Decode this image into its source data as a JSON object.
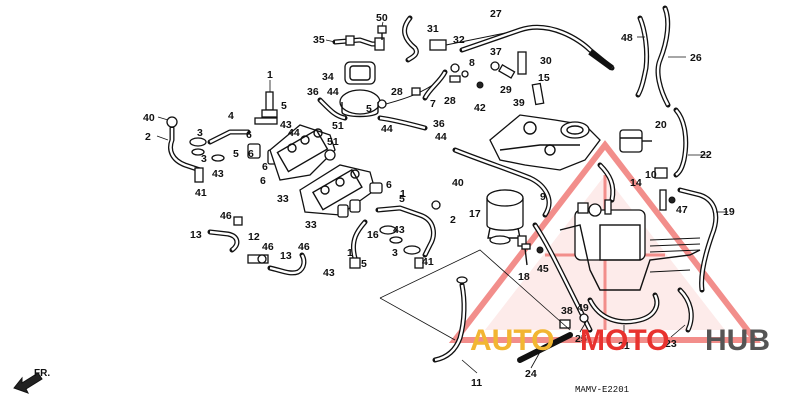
{
  "diagram": {
    "labels": [
      "50",
      "27",
      "31",
      "32",
      "35",
      "37",
      "30",
      "48",
      "26",
      "8",
      "34",
      "29",
      "15",
      "1",
      "36",
      "44",
      "28",
      "7",
      "28",
      "42",
      "39",
      "5",
      "40",
      "4",
      "43",
      "51",
      "36",
      "2",
      "3",
      "5",
      "41",
      "6",
      "44",
      "20",
      "22",
      "33",
      "43",
      "44",
      "6",
      "51",
      "6",
      "6",
      "9",
      "14",
      "10",
      "19",
      "47",
      "17",
      "40",
      "33",
      "5",
      "46",
      "2",
      "13",
      "12",
      "46",
      "46",
      "13",
      "16",
      "41",
      "43",
      "3",
      "18",
      "45",
      "38",
      "49",
      "11",
      "24",
      "25",
      "21",
      "23",
      "5",
      "43",
      "3",
      "6",
      "1",
      "5",
      "1",
      "44"
    ],
    "diagram_code": "MAMV-E2201",
    "front_marker": "FR."
  },
  "watermark": {
    "word1": "AUTO",
    "word2": "MOTO",
    "word3": "HUB",
    "color_orange": "#f2b632",
    "color_red": "#e8322e",
    "color_gray": "#555555"
  }
}
